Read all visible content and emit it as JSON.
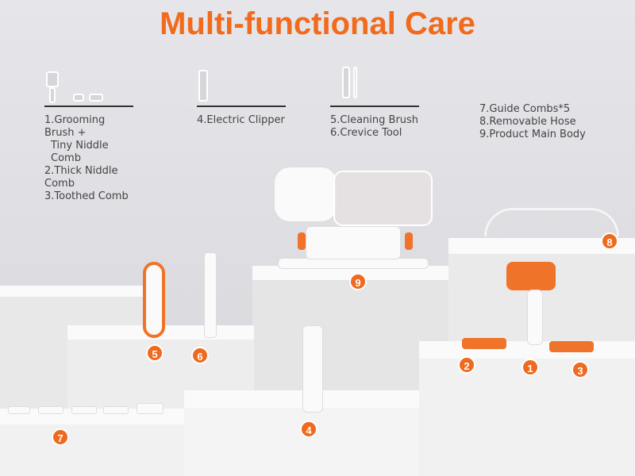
{
  "title": "Multi-functional Care",
  "legend": {
    "group1": [
      "1.Grooming Brush +",
      "Tiny Niddle Comb",
      "2.Thick Niddle Comb",
      "3.Toothed Comb"
    ],
    "group2": [
      "4.Electric Clipper"
    ],
    "group3": [
      "5.Cleaning Brush",
      "6.Crevice Tool"
    ],
    "group4": [
      "7.Guide Combs*5",
      "8.Removable Hose",
      "9.Product Main Body"
    ]
  },
  "badges": [
    "1",
    "2",
    "3",
    "4",
    "5",
    "6",
    "7",
    "8",
    "9"
  ],
  "colors": {
    "accent": "#ee6a1f",
    "title": "#f26a1b"
  }
}
